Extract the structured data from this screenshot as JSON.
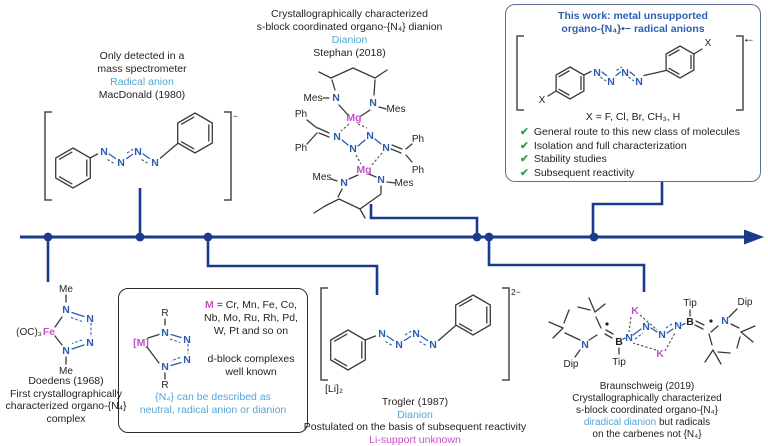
{
  "colors": {
    "timeline_navy": "#1a3a8c",
    "nitrogen_blue": "#2a5cad",
    "highlight_lightblue": "#55a6d6",
    "metal_magenta": "#c651c6",
    "thiswork_blue": "#2d5fb2",
    "check_green": "#2f9e53",
    "text_black": "#231f20"
  },
  "atoms": {
    "N": "N",
    "Mg": "Mg",
    "Fe": "Fe",
    "K": "K",
    "B": "B",
    "Ph": "Ph",
    "Mes": "Mes",
    "Me": "Me",
    "Tip": "Tip",
    "Dip": "Dip",
    "R": "R",
    "X": "X",
    "M_bracket": "[M]",
    "OC3": "(OC)₃"
  },
  "macdonald": {
    "line1": "Only detected in a",
    "line2": "mass spectrometer",
    "highlight": "Radical anion",
    "attribution": "MacDonald (1980)",
    "charge": "−"
  },
  "stephan": {
    "line1": "Crystallographically characterized",
    "line2": "s-block coordinated organo-{N₄} dianion",
    "highlight": "Dianion",
    "attribution": "Stephan (2018)"
  },
  "this_work": {
    "title_line1": "This work: metal unsupported",
    "title_line2": "organo-{N₄}•− radical anions",
    "charge": "•−",
    "x_legend": "X = F, Cl, Br, CH₃, H",
    "check_icon": "✔",
    "checklist": [
      "General route to this new class of molecules",
      "Isolation and full characterization",
      "Stability studies",
      "Subsequent reactivity"
    ]
  },
  "doedens": {
    "attribution": "Doedens (1968)",
    "line2": "First crystallographically",
    "line3": "characterized organo-{N₄}",
    "line4": "complex"
  },
  "m_box": {
    "m_label": "M",
    "m_eq": " = Cr, Mn, Fe, Co,",
    "line2": "Nb, Mo, Ru, Rh, Pd,",
    "line3": "W, Pt and so on",
    "line4": "d-block complexes",
    "line5": "well known",
    "highlight1": "{N₄} can be described as",
    "highlight2": "neutral, radical anion or dianion"
  },
  "trogler": {
    "li2": "[Li]₂",
    "charge": "2−",
    "attribution": "Trogler (1987)",
    "highlight": "Dianion",
    "line3": "Postulated on the basis of subsequent reactivity",
    "magenta_line": "Li-support unknown"
  },
  "braunschweig": {
    "attribution": "Braunschweig (2019)",
    "line2": "Crystallographically characterized",
    "line3": "s-block coordinated organo-{N₄}",
    "highlight": "diradical dianion",
    "line4_rest": " but radicals",
    "line5": "on the carbenes not {N₄}"
  }
}
